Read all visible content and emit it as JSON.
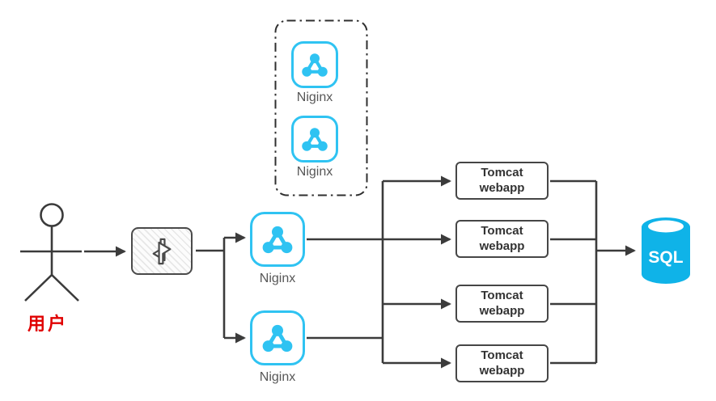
{
  "diagram": {
    "user": {
      "label": "用户"
    },
    "load_balancer": {
      "icon": "swap-arrows-icon"
    },
    "standby_group": {
      "nodes": [
        {
          "label": "Niginx"
        },
        {
          "label": "Niginx"
        }
      ]
    },
    "nginx_nodes": [
      {
        "label": "Niginx"
      },
      {
        "label": "Niginx"
      }
    ],
    "tomcat_nodes": [
      {
        "label": "Tomcat webapp"
      },
      {
        "label": "Tomcat webapp"
      },
      {
        "label": "Tomcat webapp"
      },
      {
        "label": "Tomcat webapp"
      }
    ],
    "database": {
      "label": "SQL"
    },
    "colors": {
      "nginx_cyan": "#2fc3f2",
      "database_cyan": "#0fb3e8",
      "connector_dark": "#3b3b3b",
      "user_label_red": "#e00000"
    }
  }
}
